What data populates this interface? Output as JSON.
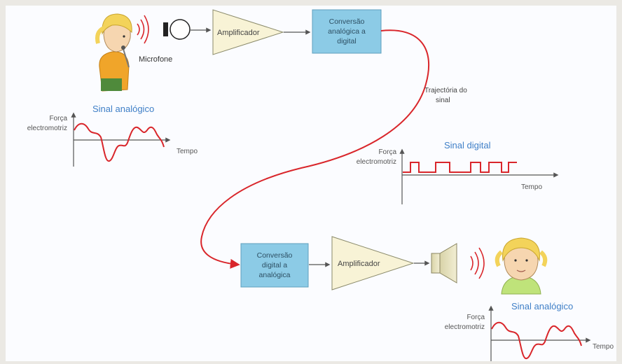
{
  "top": {
    "microphone_label": "Microfone",
    "amplifier_label": "Amplificador",
    "adc_label": [
      "Conversão",
      "analógica a",
      "digital"
    ]
  },
  "trajectory_label": [
    "Trajectória do",
    "sinal"
  ],
  "analog_graph_top": {
    "title": "Sinal analógico",
    "ylabel": [
      "Força",
      "electromotriz"
    ],
    "xlabel": "Tempo"
  },
  "digital_graph": {
    "title": "Sinal digital",
    "ylabel": [
      "Força",
      "electromotriz"
    ],
    "xlabel": "Tempo"
  },
  "bottom": {
    "dac_label": [
      "Conversão",
      "digital a",
      "analógica"
    ],
    "amplifier_label": "Amplificador"
  },
  "analog_graph_bottom": {
    "title": "Sinal analógico",
    "ylabel": [
      "Força",
      "electromotriz"
    ],
    "xlabel": "Tempo"
  },
  "colors": {
    "box_fill": "#8ccbe6",
    "amp_fill": "#f8f3d6",
    "signal_red": "#d9262b",
    "title_blue": "#3f7fc7",
    "label_grey": "#555555"
  }
}
